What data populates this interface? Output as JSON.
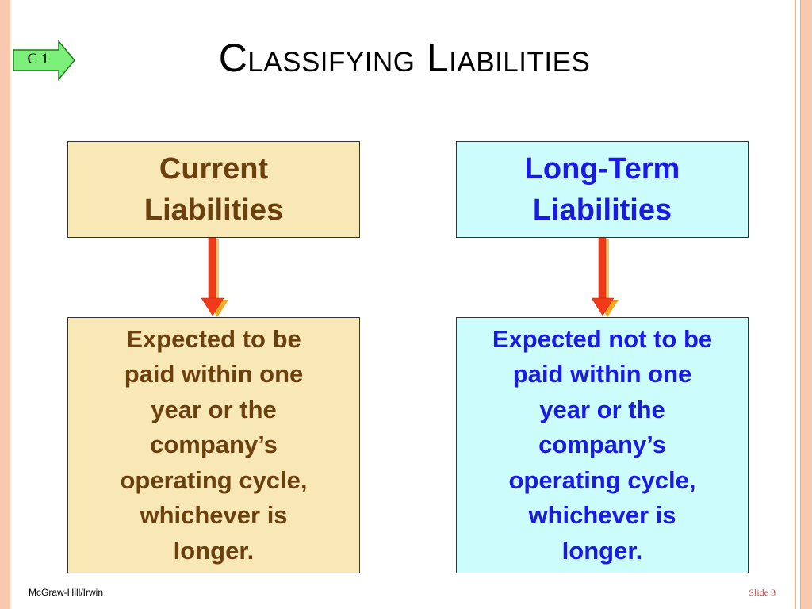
{
  "slide": {
    "title": "Classifying Liabilities",
    "tag": "C 1",
    "footer_left": "McGraw-Hill/Irwin",
    "footer_right": "Slide 3"
  },
  "columns": [
    {
      "heading_lines": [
        "Current",
        "Liabilities"
      ],
      "description_lines": [
        "Expected to be",
        "paid within one",
        "year or the",
        "company’s",
        "operating cycle,",
        "whichever is",
        "longer."
      ]
    },
    {
      "heading_lines": [
        "Long-Term",
        "Liabilities"
      ],
      "description_lines": [
        "Expected not to be",
        "paid within one",
        "year or the",
        "company’s",
        "operating cycle,",
        "whichever is",
        "longer."
      ]
    }
  ],
  "colors": {
    "current_fill": "#f8e8b6",
    "current_text": "#6b3f0e",
    "longterm_fill": "#ccfcfb",
    "longterm_text": "#1a1ae6",
    "tag_fill": "#7cf07a",
    "arrow_red": "#f23a1a",
    "arrow_orange": "#f5a623"
  }
}
